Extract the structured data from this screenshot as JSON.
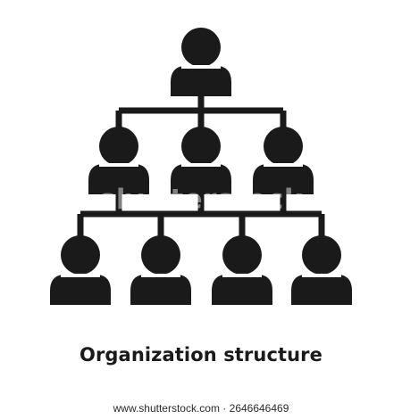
{
  "caption": "Organization structure",
  "watermark": "shutterstock",
  "footer": "www.shutterstock.com · 2646646469",
  "colors": {
    "icon": "#1a1a1a",
    "background": "#ffffff"
  },
  "icon_name": "organization-structure-icon"
}
